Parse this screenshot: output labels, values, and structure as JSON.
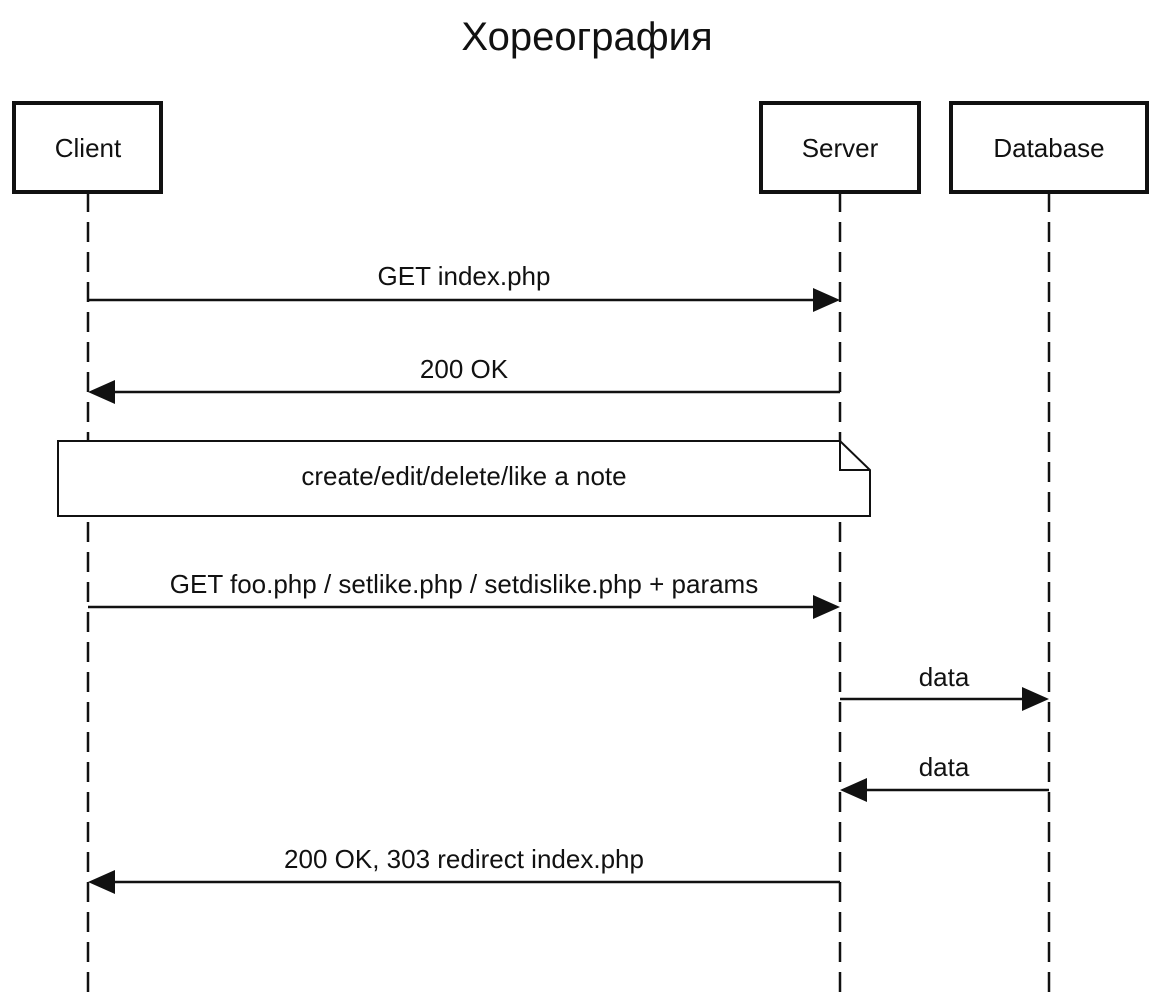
{
  "diagram": {
    "title": "Хореография",
    "actors": [
      {
        "id": "client",
        "label": "Client"
      },
      {
        "id": "server",
        "label": "Server"
      },
      {
        "id": "database",
        "label": "Database"
      }
    ],
    "messages": [
      {
        "from": "client",
        "to": "server",
        "label": "GET index.php"
      },
      {
        "from": "server",
        "to": "client",
        "label": "200 OK"
      },
      {
        "from": "client",
        "to": "server",
        "label": "GET foo.php / setlike.php / setdislike.php + params"
      },
      {
        "from": "server",
        "to": "database",
        "label": "data"
      },
      {
        "from": "database",
        "to": "server",
        "label": "data"
      },
      {
        "from": "server",
        "to": "client",
        "label": "200 OK, 303 redirect index.php"
      }
    ],
    "note": {
      "over": [
        "client",
        "server"
      ],
      "label": "create/edit/delete/like a note"
    }
  }
}
